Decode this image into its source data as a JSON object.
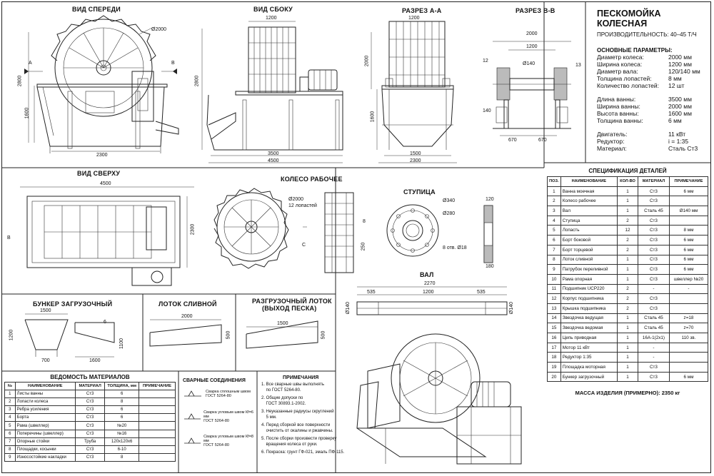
{
  "views": {
    "front": "ВИД СПЕРЕДИ",
    "side": "ВИД СБОКУ",
    "section_aa": "РАЗРЕЗ А-А",
    "section_bb": "РАЗРЕЗ В-В",
    "top": "ВИД СВЕРХУ",
    "wheel": "КОЛЕСО РАБОЧЕЕ",
    "hub": "СТУПИЦА",
    "shaft": "ВАЛ",
    "hopper": "БУНКЕР ЗАГРУЗОЧНЫЙ",
    "drain": "ЛОТОК СЛИВНОЙ",
    "unload_line1": "РАЗГРУЗОЧНЫЙ ЛОТОК",
    "unload_line2": "(ВЫХОД  ПЕСКА)"
  },
  "dims": {
    "d2000": "Ø2000",
    "h2800": "2800",
    "h1600": "1600",
    "w2300": "2300",
    "w1200": "1200",
    "w3500": "3500",
    "w4500": "4500",
    "h2000": "2000",
    "w1500": "1500",
    "d140": "Ø140",
    "l12": "12",
    "l13": "13",
    "l140": "140",
    "l670": "670",
    "blades": "12 лопастей",
    "l8": "8",
    "l250": "250",
    "d340": "Ø340",
    "d280": "Ø280",
    "holes": "8 отв. Ø18",
    "l120": "120",
    "l180": "180",
    "l2270": "2270",
    "l535": "535",
    "w700": "700",
    "h1100": "1100",
    "h500": "500",
    "w1600": "1600",
    "l6": "6",
    "lblA": "A",
    "lblB": "B",
    "lblC": "C"
  },
  "title_block": {
    "title": "ПЕСКОМОЙКА КОЛЕСНАЯ",
    "capacity": "ПРОИЗВОДИТЕЛЬНОСТЬ: 40–45 Т/Ч",
    "params_header": "ОСНОВНЫЕ ПАРАМЕТРЫ:",
    "params": [
      {
        "k": "Диаметр колеса:",
        "v": "2000 мм"
      },
      {
        "k": "Ширина колеса:",
        "v": "1200 мм"
      },
      {
        "k": "Диаметр вала:",
        "v": "120/140 мм"
      },
      {
        "k": "Толщина лопастей:",
        "v": "8 мм"
      },
      {
        "k": "Количество лопастей:",
        "v": "12 шт"
      }
    ],
    "params2": [
      {
        "k": "Длина ванны:",
        "v": "3500 мм"
      },
      {
        "k": "Ширина ванны:",
        "v": "2000 мм"
      },
      {
        "k": "Высота ванны:",
        "v": "1600 мм"
      },
      {
        "k": "Толщина ванны:",
        "v": "6 мм"
      }
    ],
    "params3": [
      {
        "k": "Двигатель:",
        "v": "11 кВт"
      },
      {
        "k": "Редуктор:",
        "v": "i = 1:35"
      },
      {
        "k": "Материал:",
        "v": "Сталь Ст3"
      }
    ]
  },
  "spec": {
    "title": "СПЕЦИФИКАЦИЯ ДЕТАЛЕЙ",
    "headers": [
      "ПОЗ.",
      "НАИМЕНОВАНИЕ",
      "КОЛ-ВО",
      "МАТЕРИАЛ",
      "ПРИМЕЧАНИЕ"
    ],
    "rows": [
      [
        "1",
        "Ванна моечная",
        "1",
        "Ст3",
        "6 мм"
      ],
      [
        "2",
        "Колесо рабочее",
        "1",
        "Ст3",
        ""
      ],
      [
        "3",
        "Вал",
        "1",
        "Сталь 45",
        "Ø140 мм"
      ],
      [
        "4",
        "Ступица",
        "2",
        "Ст3",
        ""
      ],
      [
        "5",
        "Лопасть",
        "12",
        "Ст3",
        "8 мм"
      ],
      [
        "6",
        "Борт боковой",
        "2",
        "Ст3",
        "6 мм"
      ],
      [
        "7",
        "Борт торцевой",
        "2",
        "Ст3",
        "6 мм"
      ],
      [
        "8",
        "Лоток сливной",
        "1",
        "Ст3",
        "6 мм"
      ],
      [
        "9",
        "Патрубок переливной",
        "1",
        "Ст3",
        "6 мм"
      ],
      [
        "10",
        "Рама опорная",
        "1",
        "Ст3",
        "швеллер №20"
      ],
      [
        "11",
        "Подшипник UCP220",
        "2",
        "-",
        "-"
      ],
      [
        "12",
        "Корпус подшипника",
        "2",
        "Ст3",
        ""
      ],
      [
        "13",
        "Крышка подшипника",
        "2",
        "Ст3",
        ""
      ],
      [
        "14",
        "Звездочка ведущая",
        "1",
        "Сталь 45",
        "z=18"
      ],
      [
        "15",
        "Звездочка ведомая",
        "1",
        "Сталь 45",
        "z=70"
      ],
      [
        "16",
        "Цепь приводная",
        "1",
        "16А-1(2х1)",
        "110 зв."
      ],
      [
        "17",
        "Мотор 11 кВт",
        "1",
        "-",
        ""
      ],
      [
        "18",
        "Редуктор 1:35",
        "1",
        "-",
        ""
      ],
      [
        "19",
        "Площадка моторная",
        "1",
        "Ст3",
        ""
      ],
      [
        "20",
        "Бункер загрузочный",
        "1",
        "Ст3",
        "6 мм"
      ]
    ],
    "mass": "МАССА ИЗДЕЛИЯ (ПРИМЕРНО):  2350 кг"
  },
  "materials": {
    "title": "ВЕДОМОСТЬ МАТЕРИАЛОВ",
    "headers": [
      "№",
      "НАИМЕНОВАНИЕ",
      "МАТЕРИАЛ",
      "ТОЛЩИНА, мм",
      "ПРИМЕЧАНИЕ"
    ],
    "rows": [
      [
        "1",
        "Листы ванны",
        "Ст3",
        "6",
        ""
      ],
      [
        "2",
        "Лопасти колеса",
        "Ст3",
        "8",
        ""
      ],
      [
        "3",
        "Ребра усиления",
        "Ст3",
        "6",
        ""
      ],
      [
        "4",
        "Борта",
        "Ст3",
        "6",
        ""
      ],
      [
        "5",
        "Рама (швеллер)",
        "Ст3",
        "№20",
        ""
      ],
      [
        "6",
        "Поперечины (швеллер)",
        "Ст3",
        "№16",
        ""
      ],
      [
        "7",
        "Опорные стойки",
        "Труба",
        "120х120х6",
        ""
      ],
      [
        "8",
        "Площадки, косынки",
        "Ст3",
        "6-10",
        ""
      ],
      [
        "9",
        "Износостойкие накладки",
        "Ст3",
        "8",
        ""
      ]
    ]
  },
  "welds": {
    "title": "СВАРНЫЕ СОЕДИНЕНИЯ",
    "items": [
      {
        "l1": "Сварка сплошным швом",
        "l2": "ГОСТ 5264-80"
      },
      {
        "l1": "Сварка угловым швом Кf=6 мм",
        "l2": "ГОСТ 5264-80"
      },
      {
        "l1": "Сварка угловым швом Кf=8 мм",
        "l2": "ГОСТ 5264-80"
      }
    ]
  },
  "notes": {
    "title": "ПРИМЕЧАНИЯ",
    "items": [
      [
        "1. Все сварные швы выполнять",
        "    по ГОСТ 5264-80."
      ],
      [
        "2. Общие допуски по",
        "    ГОСТ 30893.1-2002."
      ],
      [
        "3. Неуказанные радиусы скруглений",
        "    5 мм."
      ],
      [
        "4. Перед сборкой все поверхности",
        "    очистить от окалины и ржавчины."
      ],
      [
        "5. После сборки произвести проверку",
        "    вращения колеса от руки."
      ],
      [
        "6. Покраска: грунт ГФ-021, эмаль ПФ-115."
      ]
    ]
  }
}
